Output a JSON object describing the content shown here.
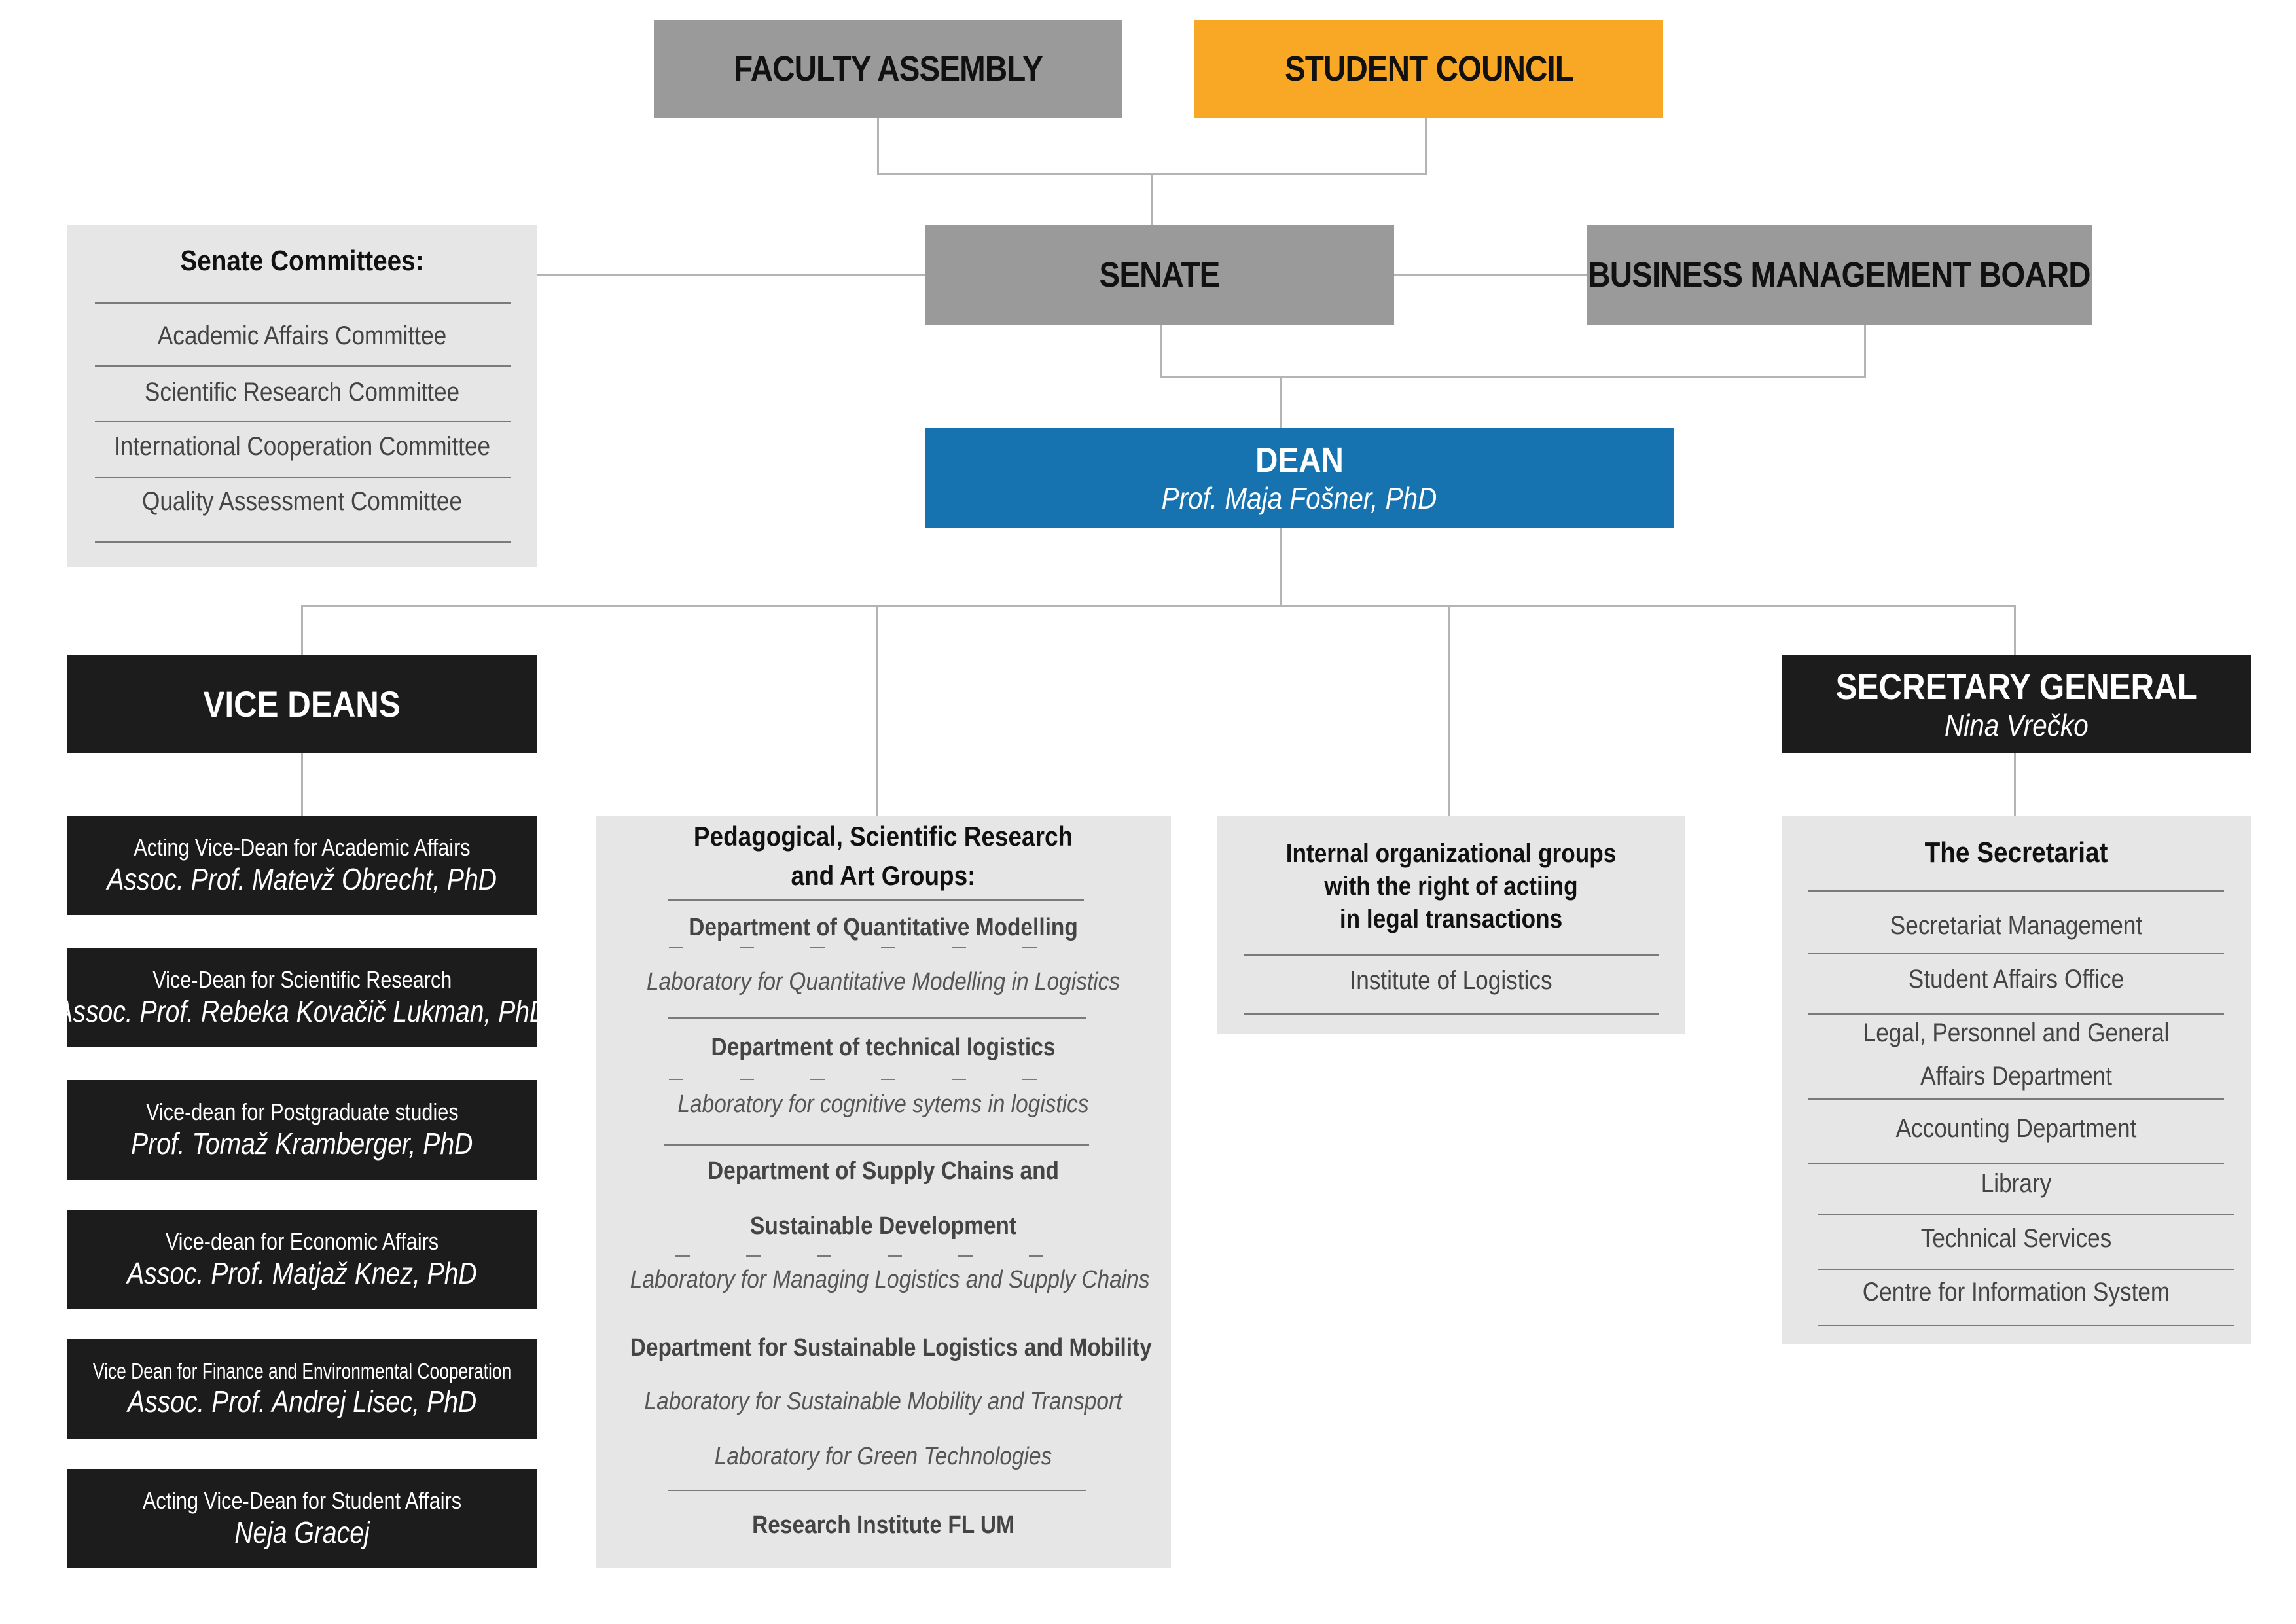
{
  "top": {
    "faculty_assembly": "FACULTY ASSEMBLY",
    "student_council": "STUDENT COUNCIL",
    "senate": "SENATE",
    "business_board": "BUSINESS MANAGEMENT BOARD"
  },
  "senate_committees": {
    "title": "Senate Committees:",
    "items": [
      "Academic Affairs Committee",
      "Scientific Research Committee",
      "International Cooperation Committee",
      "Quality Assessment Committee"
    ]
  },
  "dean": {
    "title": "DEAN",
    "name": "Prof. Maja Fošner, PhD"
  },
  "vice_deans": {
    "header": "VICE DEANS",
    "items": [
      {
        "title": "Acting Vice-Dean for Academic Affairs",
        "name": "Assoc. Prof. Matevž Obrecht, PhD"
      },
      {
        "title": "Vice-Dean for Scientific Research",
        "name": "Assoc. Prof. Rebeka Kovačič Lukman, PhD"
      },
      {
        "title": "Vice-dean for Postgraduate studies",
        "name": "Prof. Tomaž Kramberger, PhD"
      },
      {
        "title": "Vice-dean for Economic Affairs",
        "name": "Assoc. Prof. Matjaž Knez, PhD"
      },
      {
        "title": "Vice Dean for Finance and Environmental Cooperation",
        "name": "Assoc. Prof. Andrej Lisec, PhD"
      },
      {
        "title": "Acting Vice-Dean for Student Affairs",
        "name": "Neja Gracej"
      }
    ]
  },
  "pedagogical": {
    "title_line1": "Pedagogical, Scientific Research",
    "title_line2": "and Art Groups:",
    "dept1": "Department of Quantitative Modelling",
    "lab1": "Laboratory for Quantitative Modelling in Logistics",
    "dept2": "Department of technical  logistics",
    "lab2": "Laboratory for cognitive sytems in logistics",
    "dept3_line1": "Department of Supply Chains and",
    "dept3_line2": "Sustainable Development",
    "lab3": "Laboratory for Managing Logistics and Supply Chains",
    "dept4": "Department for Sustainable Logistics and Mobility",
    "lab4a": "Laboratory for Sustainable Mobility and Transport",
    "lab4b": "Laboratory for Green Technologies",
    "institute": "Research Institute FL UM"
  },
  "internal_groups": {
    "title_line1": "Internal organizational groups",
    "title_line2": "with the right of actiing",
    "title_line3": "in legal transactions",
    "item": "Institute of Logistics"
  },
  "secretary_general": {
    "title": "SECRETARY GENERAL",
    "name": "Nina Vrečko"
  },
  "secretariat": {
    "title": "The Secretariat",
    "item1": "Secretariat Management",
    "item2": "Student Affairs Office",
    "item3_line1": "Legal, Personnel and General",
    "item3_line2": "Affairs Department",
    "item4": "Accounting Department",
    "item5": "Library",
    "item6": "Technical Services",
    "item7": "Centre for Information System"
  }
}
